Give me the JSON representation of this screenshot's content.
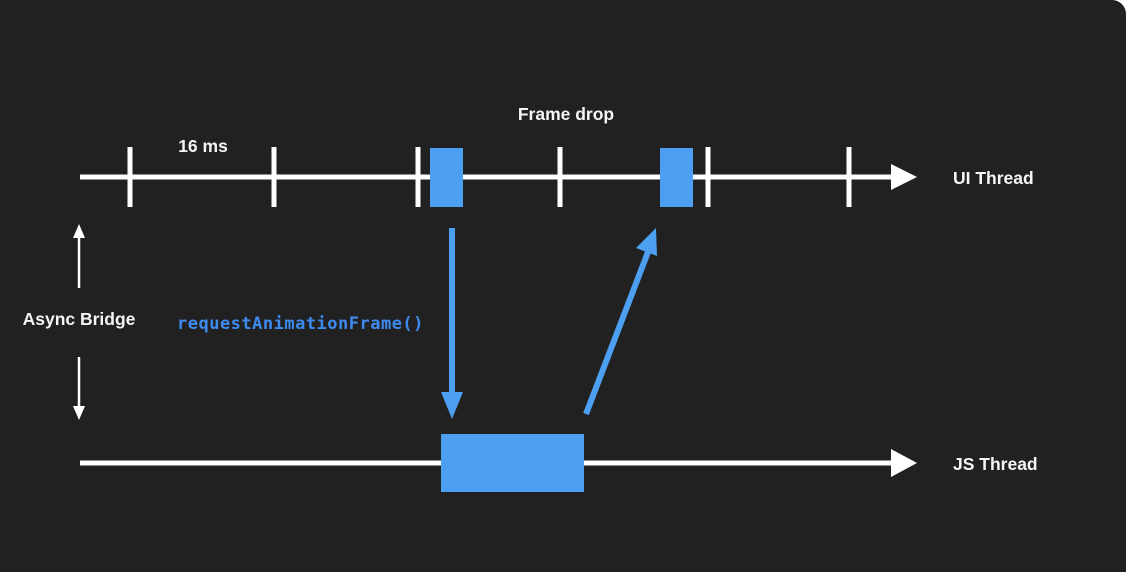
{
  "colors": {
    "background": "#212121",
    "accent_blue": "#4D9FF2",
    "code_blue": "#3E8BF0",
    "line_white": "#FFFFFF"
  },
  "ui_timeline": {
    "label": "UI Thread",
    "interval_label": "16 ms",
    "frame_drop_label": "Frame drop",
    "tick_count": 6,
    "frame_block_count": 2
  },
  "js_timeline": {
    "label": "JS Thread",
    "work_block_count": 1
  },
  "bridge": {
    "label": "Async Bridge",
    "code_call": "requestAnimationFrame()"
  }
}
